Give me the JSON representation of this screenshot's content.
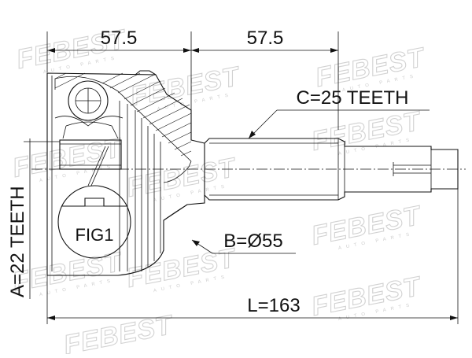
{
  "diagram": {
    "dim_top_left": "57.5",
    "dim_top_right": "57.5",
    "label_c": "C=25 TEETH",
    "label_a": "A=22 TEETH",
    "label_b": "B=Ø55",
    "label_l": "L=163",
    "label_fig": "FIG1"
  },
  "watermark": {
    "brand": "FEBEST",
    "tagline": "AUTO PARTS"
  },
  "colors": {
    "line": "#111111",
    "watermark": "#d2d2d2",
    "background": "#ffffff"
  }
}
